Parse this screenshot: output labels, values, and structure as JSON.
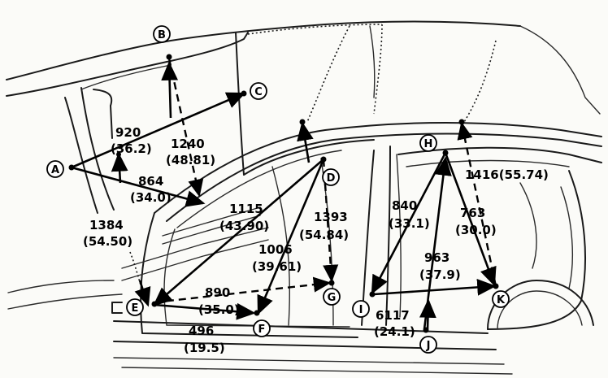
{
  "diagram": {
    "points": [
      {
        "id": "A",
        "label": "A"
      },
      {
        "id": "B",
        "label": "B"
      },
      {
        "id": "C",
        "label": "C"
      },
      {
        "id": "D",
        "label": "D"
      },
      {
        "id": "E",
        "label": "E"
      },
      {
        "id": "F",
        "label": "F"
      },
      {
        "id": "G",
        "label": "G"
      },
      {
        "id": "H",
        "label": "H"
      },
      {
        "id": "I",
        "label": "I"
      },
      {
        "id": "J",
        "label": "J"
      },
      {
        "id": "K",
        "label": "K"
      }
    ],
    "dimensions": [
      {
        "id": "a-c",
        "mm": "920",
        "in": "(36.2)"
      },
      {
        "id": "b-c",
        "mm": "1240",
        "in": "(48.81)"
      },
      {
        "id": "a-e",
        "mm": "864",
        "in": "(34.0)"
      },
      {
        "id": "a-f",
        "mm": "1384",
        "in": "(54.50)"
      },
      {
        "id": "d-e",
        "mm": "1115",
        "in": "(43.90)"
      },
      {
        "id": "d-g",
        "mm": "1393",
        "in": "(54.84)"
      },
      {
        "id": "d-f",
        "mm": "1006",
        "in": "(39.61)"
      },
      {
        "id": "e-g",
        "mm": "890",
        "in": "(35.0)"
      },
      {
        "id": "e-f",
        "mm": "496",
        "in": "(19.5)"
      },
      {
        "id": "h-i",
        "mm": "840",
        "in": "(33.1)"
      },
      {
        "id": "h-k",
        "mm": "763",
        "in": "(30.0)"
      },
      {
        "id": "h-j",
        "mm": "963",
        "in": "(37.9)"
      },
      {
        "id": "i-k",
        "mm": "6117",
        "in": "(24.1)"
      },
      {
        "id": "k-h",
        "mm": "1416(55.74)",
        "in": ""
      }
    ]
  }
}
